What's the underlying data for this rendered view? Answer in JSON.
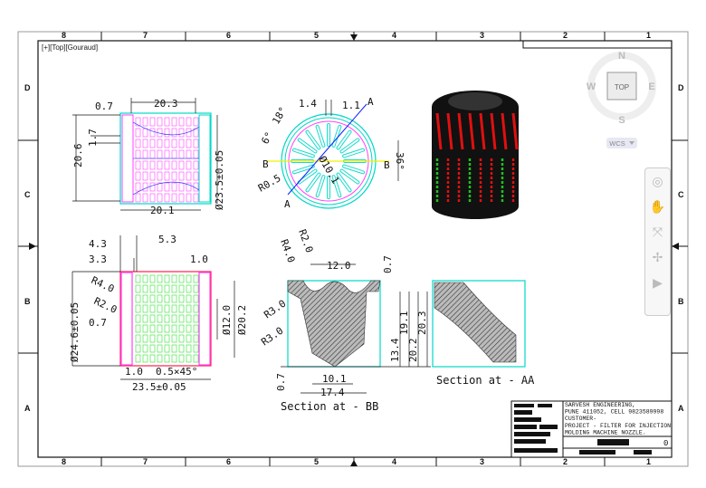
{
  "viewport_label": "[+][Top][Gouraud]",
  "border": {
    "columns_top": [
      "8",
      "7",
      "6",
      "5",
      "4",
      "3",
      "2",
      "1"
    ],
    "columns_bottom": [
      "8",
      "7",
      "6",
      "5",
      "4",
      "3",
      "2",
      "1"
    ],
    "rows_left": [
      "D",
      "C",
      "B",
      "A"
    ],
    "rows_right": [
      "D",
      "C",
      "B",
      "A"
    ]
  },
  "viewcube": {
    "top_face": "TOP",
    "north": "N",
    "south": "S",
    "east": "E",
    "west": "W",
    "ucs": "WCS"
  },
  "nav_bar": {
    "icons": [
      "steering-wheel-icon",
      "pan-hand-icon",
      "zoom-extents-icon",
      "orbit-icon",
      "showmotion-icon"
    ]
  },
  "views": {
    "front": {
      "dims": [
        "0.7",
        "20.3",
        "20.6",
        "1.7",
        "Ø23.5±0.05",
        "20.1"
      ]
    },
    "top": {
      "dims": [
        "1.4",
        "1.1",
        "18°",
        "6°",
        "R0.5",
        "Ø10.1",
        "36°"
      ],
      "section_marks": [
        "A",
        "A",
        "B",
        "B"
      ]
    },
    "side": {
      "dims": [
        "4.3",
        "5.3",
        "3.3",
        "1.0",
        "R4.0",
        "R2.0",
        "0.7",
        "Ø24.6±0.05",
        "Ø12.0",
        "Ø20.2",
        "1.0",
        "0.5×45°",
        "23.5±0.05"
      ]
    },
    "section_bb": {
      "dims": [
        "R2.0",
        "R4.0",
        "12.0",
        "0.7",
        "R3.0",
        "R3.0",
        "13.4",
        "19.1",
        "20.2",
        "20.3",
        "0.7",
        "10.1",
        "17.4"
      ],
      "caption": "Section at - BB"
    },
    "section_aa": {
      "caption": "Section at - AA"
    }
  },
  "title_block": {
    "company": "SARVESH ENGINEERING,",
    "address": "PUNE 411052, CELL 9823589998",
    "customer": "CUSTOMER-",
    "project_line1": "PROJECT - FILTER FOR INJECTION",
    "project_line2": "MOLDING MACHINE NOZZLE.",
    "sheet": "0"
  },
  "colors": {
    "cyan": "#00d8c8",
    "magenta": "#ff40ff",
    "green": "#30e030",
    "red": "#ff2050",
    "blue": "#1020ff",
    "yellow": "#f0f000"
  }
}
